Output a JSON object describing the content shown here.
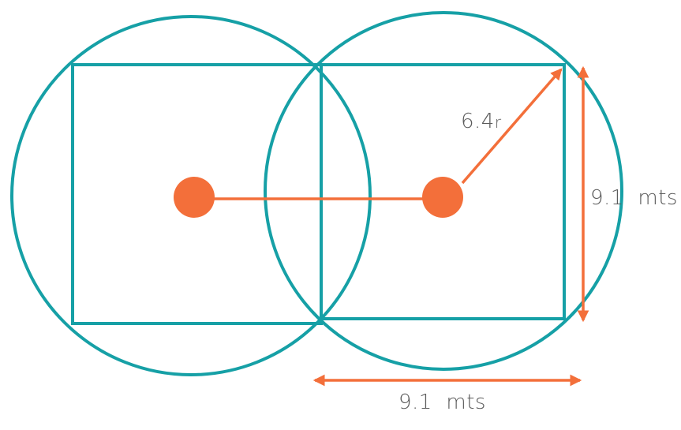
{
  "labels": {
    "radius_value": "6.4",
    "radius_unit": "r",
    "vertical_dimension": "9.1  mts",
    "horizontal_dimension": "9.1  mts"
  },
  "colors": {
    "outline": "#16a0a6",
    "accent": "#f36f3a",
    "text": "#5b5b5b",
    "background": "#ffffff"
  }
}
